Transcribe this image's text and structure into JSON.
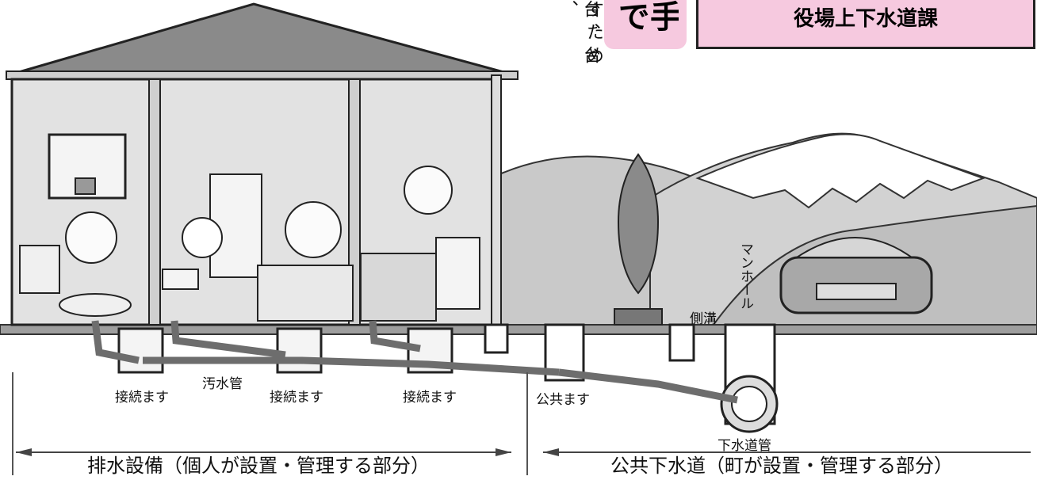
{
  "top_text": {
    "vertical_lines": [
      "す た め 、",
      "台 、 台"
    ],
    "big_chars": "手で",
    "office_name": "役場上下水道課"
  },
  "labels": {
    "connection_box_1": "接続ます",
    "sewage_pipe": "汚水管",
    "connection_box_2": "接続ます",
    "connection_box_3": "接続ます",
    "public_box": "公共ます",
    "side_ditch": "側溝",
    "manhole": "マンホール",
    "sewer_main": "下水道管"
  },
  "sections": {
    "private": "排水設備（個人が設置・管理する部分）",
    "public": "公共下水道（町が設置・管理する部分）"
  },
  "colors": {
    "house_roof": "#7a7a7a",
    "wall": "#d9d9d9",
    "pink": "#f6c9df",
    "ground": "#bdbdbd",
    "pipe": "#6d6d6d"
  }
}
